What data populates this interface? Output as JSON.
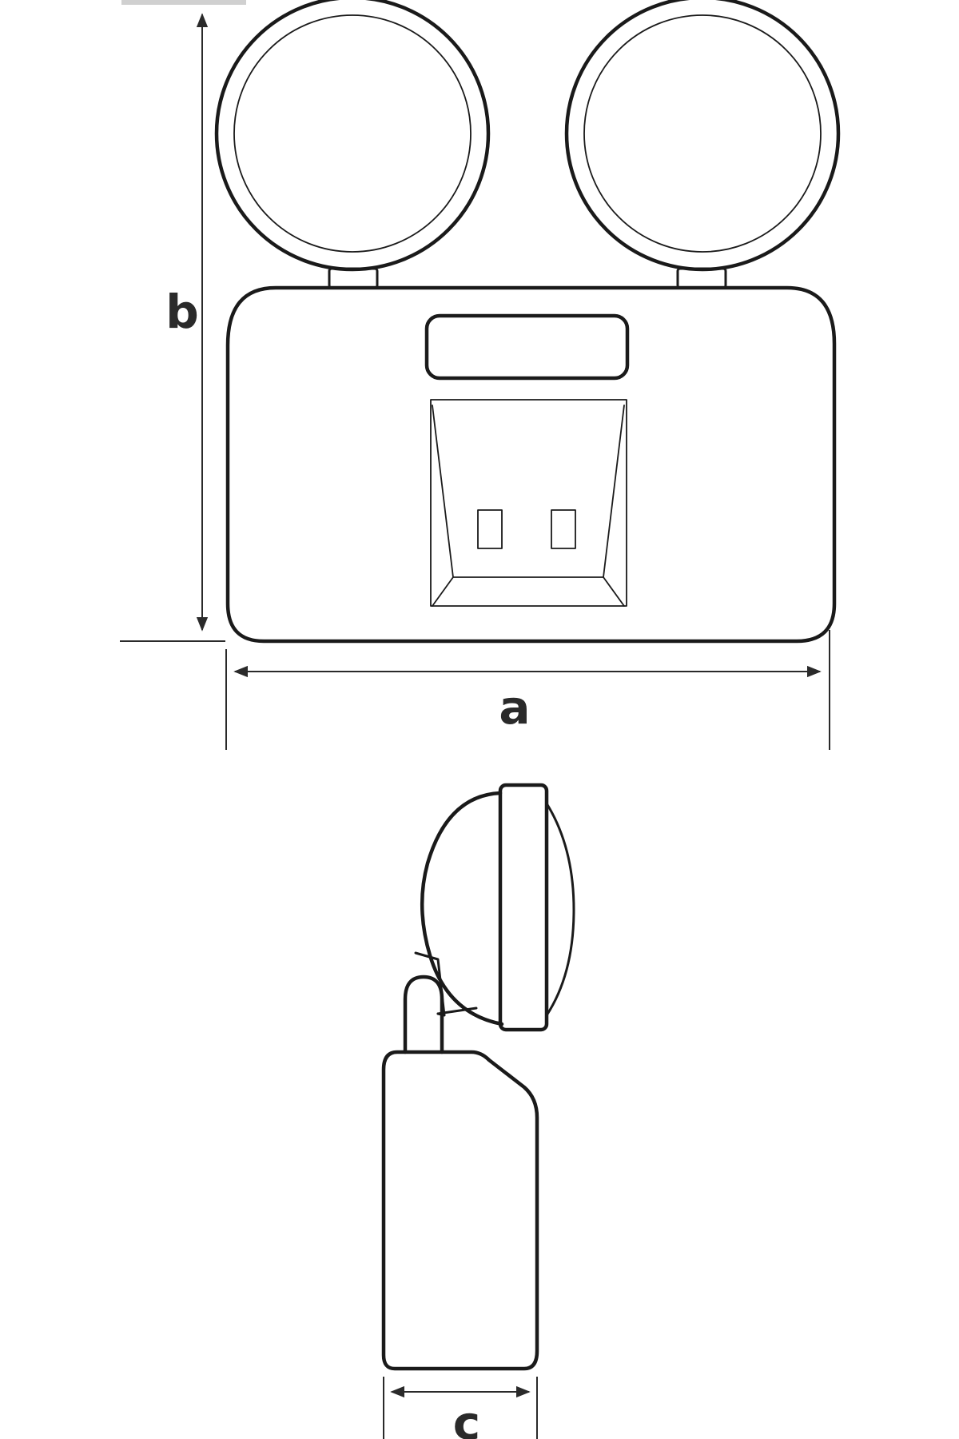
{
  "dimensions": {
    "width_label": "a",
    "height_label": "b",
    "depth_label": "c"
  },
  "colors": {
    "line": "#1a1a1a",
    "background": "#ffffff",
    "swatch": "#d0d0d0"
  }
}
